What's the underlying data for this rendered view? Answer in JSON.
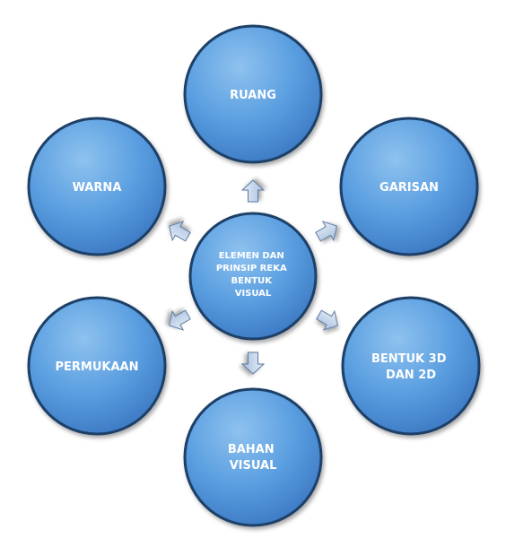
{
  "center": {
    "lines": [
      "ELEMEN DAN",
      "PRINSIP REKA",
      "BENTUK",
      "VISUAL"
    ]
  },
  "nodes": {
    "top": {
      "lines": [
        "RUANG"
      ]
    },
    "upper_right": {
      "lines": [
        "GARISAN"
      ]
    },
    "lower_right": {
      "lines": [
        "BENTUK 3D",
        "DAN 2D"
      ]
    },
    "bottom": {
      "lines": [
        "BAHAN",
        "VISUAL"
      ]
    },
    "lower_left": {
      "lines": [
        "PERMUKAAN"
      ]
    },
    "upper_left": {
      "lines": [
        "WARNA"
      ]
    }
  },
  "colors": {
    "circle_light": "#8ec2ef",
    "circle_mid": "#5a9ee0",
    "circle_dark": "#3b78c2",
    "outline": "#1f3f67",
    "arrow_light": "#e5eef9",
    "arrow_dark": "#a9c0dd",
    "text": "#ffffff"
  },
  "arrow_direction": "outward"
}
